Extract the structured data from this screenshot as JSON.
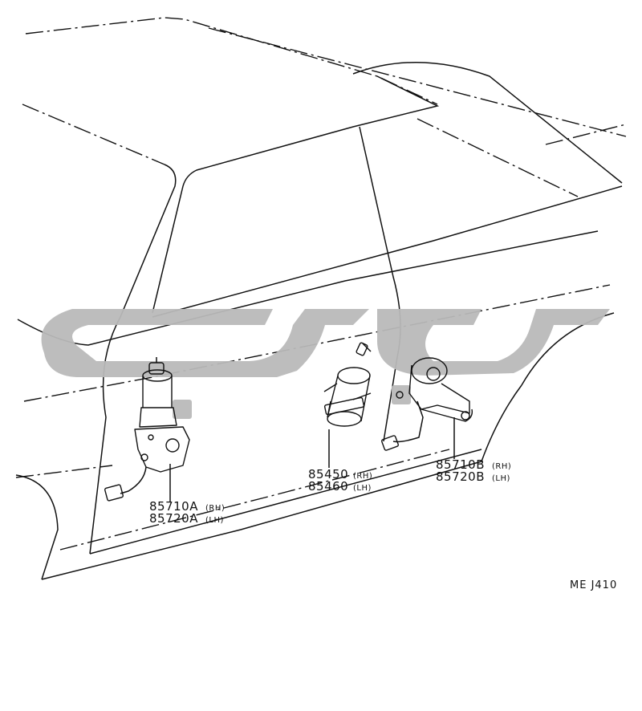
{
  "parts": [
    {
      "id": "actuator-a",
      "numbers": [
        "85710A",
        "85720A"
      ],
      "sides": [
        "(RH)",
        "(LH)"
      ]
    },
    {
      "id": "solenoid",
      "numbers": [
        "85450",
        "85460"
      ],
      "sides": [
        "(RH)",
        "(LH)"
      ]
    },
    {
      "id": "actuator-b",
      "numbers": [
        "85710B",
        "85720B"
      ],
      "sides": [
        "(RH)",
        "(LH)"
      ]
    }
  ],
  "diagram_code": "ME  J410",
  "colors": {
    "line": "#111111",
    "watermark": "#b9b9b9",
    "background": "#ffffff"
  }
}
